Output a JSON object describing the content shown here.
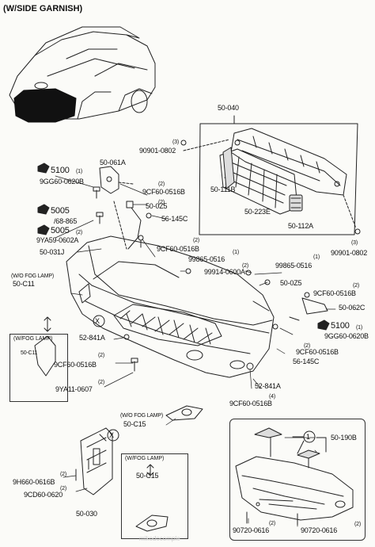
{
  "title": "(W/SIDE GARNISH)",
  "watermark": "mikodocomple",
  "labels": {
    "p50_040": "50-040",
    "p90901_0802_top": "90901-0802",
    "p50_111b": "50-111B",
    "p50_223e": "50-223E",
    "p50_112a": "50-112A",
    "p90901_0802_right": "90901-0802",
    "p50_061a": "50-061A",
    "p5100_top": "5100",
    "p9gg60_top": "9GG60-0620B",
    "p9cf60_1": "9CF60-0516B",
    "p50_0z5_top": "50-0Z5",
    "p56_145c_top": "56-145C",
    "p5005_a": "5005",
    "p5005_b": "5005",
    "p68_865": "/68-865",
    "p9ya59": "9YA59-0602A",
    "p9cf60_2": "9CF60-0516B",
    "p99865_0516_l": "99865-0516",
    "p50_031j": "50-031J",
    "p99914": "99914-0600A",
    "p99865_0516_r": "99865-0516",
    "wo_fog_lamp_1": "(W/O FOG LAMP)",
    "p50_c11_top": "50-C11",
    "p50_0z5_right": "50-0Z5",
    "p9cf60_r1": "9CF60-0516B",
    "p50_062c": "50-062C",
    "p5100_right": "5100",
    "p9gg60_right": "9GG60-0620B",
    "p52_841a_l": "52-841A",
    "p9cf60_r2": "9CF60-0516B",
    "p9cf60_left": "9CF60-0516B",
    "p56_145c_right": "56-145C",
    "p9ya11": "9YA11-0607",
    "p52_841a_r": "52-841A",
    "p9cf60_bottom": "9CF60-0516B",
    "w_fog_lamp_box": "(W/FOG LAMP)",
    "p50_c11_box": "50-C11",
    "wo_fog_lamp_2": "(W/O FOG LAMP)",
    "p50_c15_top": "50-C15",
    "w_fog_lamp_box2": "(W/FOG LAMP)",
    "p50_c15_box": "50-C15",
    "p9h660": "9H660-0616B",
    "p9cd60": "9CD60-0620",
    "p50_030": "50-030",
    "p50_190b": "50-190B",
    "p90720_0616_l": "90720-0616",
    "p90720_0616_r": "90720-0616",
    "q1": "(1)",
    "q2": "(2)",
    "q3": "(3)",
    "q4": "(4)",
    "x_mark": "X",
    "circle_one": "1"
  }
}
